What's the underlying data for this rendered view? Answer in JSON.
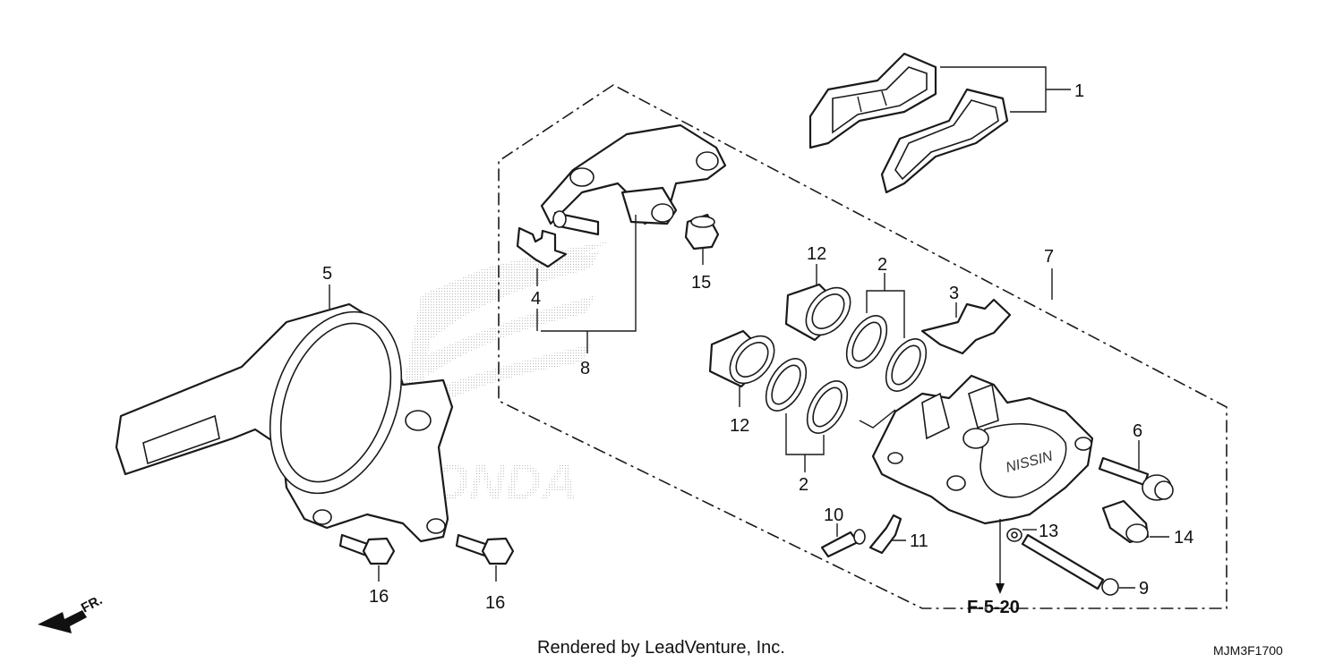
{
  "diagram": {
    "callouts": {
      "c1": "1",
      "c2a": "2",
      "c2b": "2",
      "c3": "3",
      "c4": "4",
      "c5": "5",
      "c6": "6",
      "c7": "7",
      "c8": "8",
      "c9": "9",
      "c10": "10",
      "c11": "11",
      "c12a": "12",
      "c12b": "12",
      "c13": "13",
      "c14": "14",
      "c15": "15",
      "c16a": "16",
      "c16b": "16"
    },
    "reference": "F-5-20",
    "direction": "FR.",
    "credit": "Rendered by LeadVenture, Inc.",
    "code": "MJM3F1700",
    "watermark": "HONDA"
  }
}
